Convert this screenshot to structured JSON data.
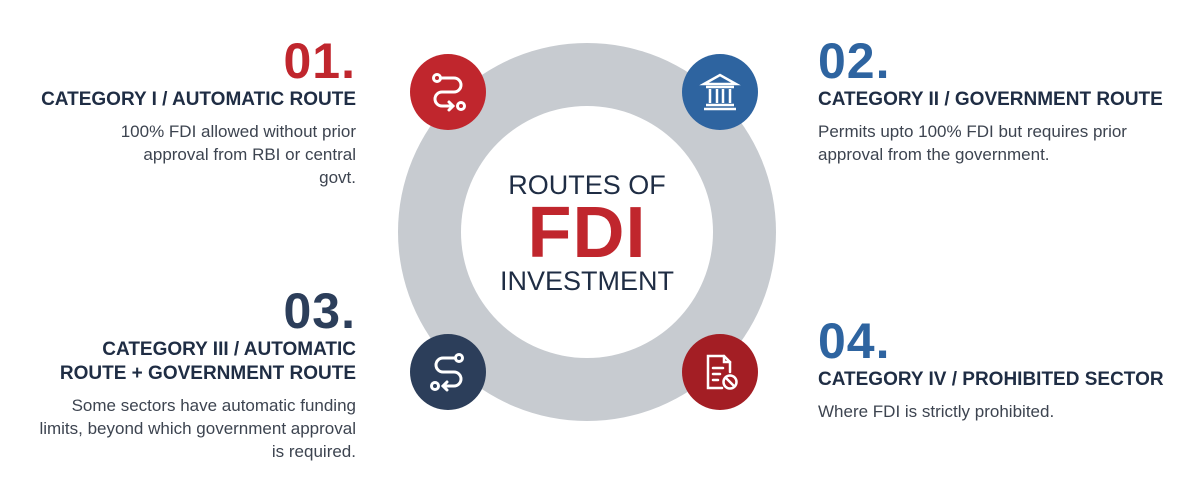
{
  "center": {
    "line1": "ROUTES OF",
    "line2": "FDI",
    "line3": "INVESTMENT"
  },
  "colors": {
    "red": "#c0262d",
    "blue": "#2e64a0",
    "navy": "#2c3e5a",
    "dark_red": "#a31e24",
    "ring": "#c7cbd0"
  },
  "items": [
    {
      "number": "01.",
      "title": "CATEGORY I / AUTOMATIC ROUTE",
      "desc": "100% FDI allowed without prior approval from RBI or central govt.",
      "icon": "route-icon"
    },
    {
      "number": "02.",
      "title": "CATEGORY II / GOVERNMENT ROUTE",
      "desc": "Permits upto 100% FDI but requires prior approval from the government.",
      "icon": "government-building-icon"
    },
    {
      "number": "03.",
      "title_line1": "CATEGORY III / AUTOMATIC",
      "title_line2": "ROUTE + GOVERNMENT ROUTE",
      "desc": "Some sectors have automatic funding limits, beyond which government approval is required.",
      "icon": "route-return-icon"
    },
    {
      "number": "04.",
      "title": "CATEGORY IV / PROHIBITED SECTOR",
      "desc": "Where FDI is strictly prohibited.",
      "icon": "prohibited-document-icon"
    }
  ]
}
